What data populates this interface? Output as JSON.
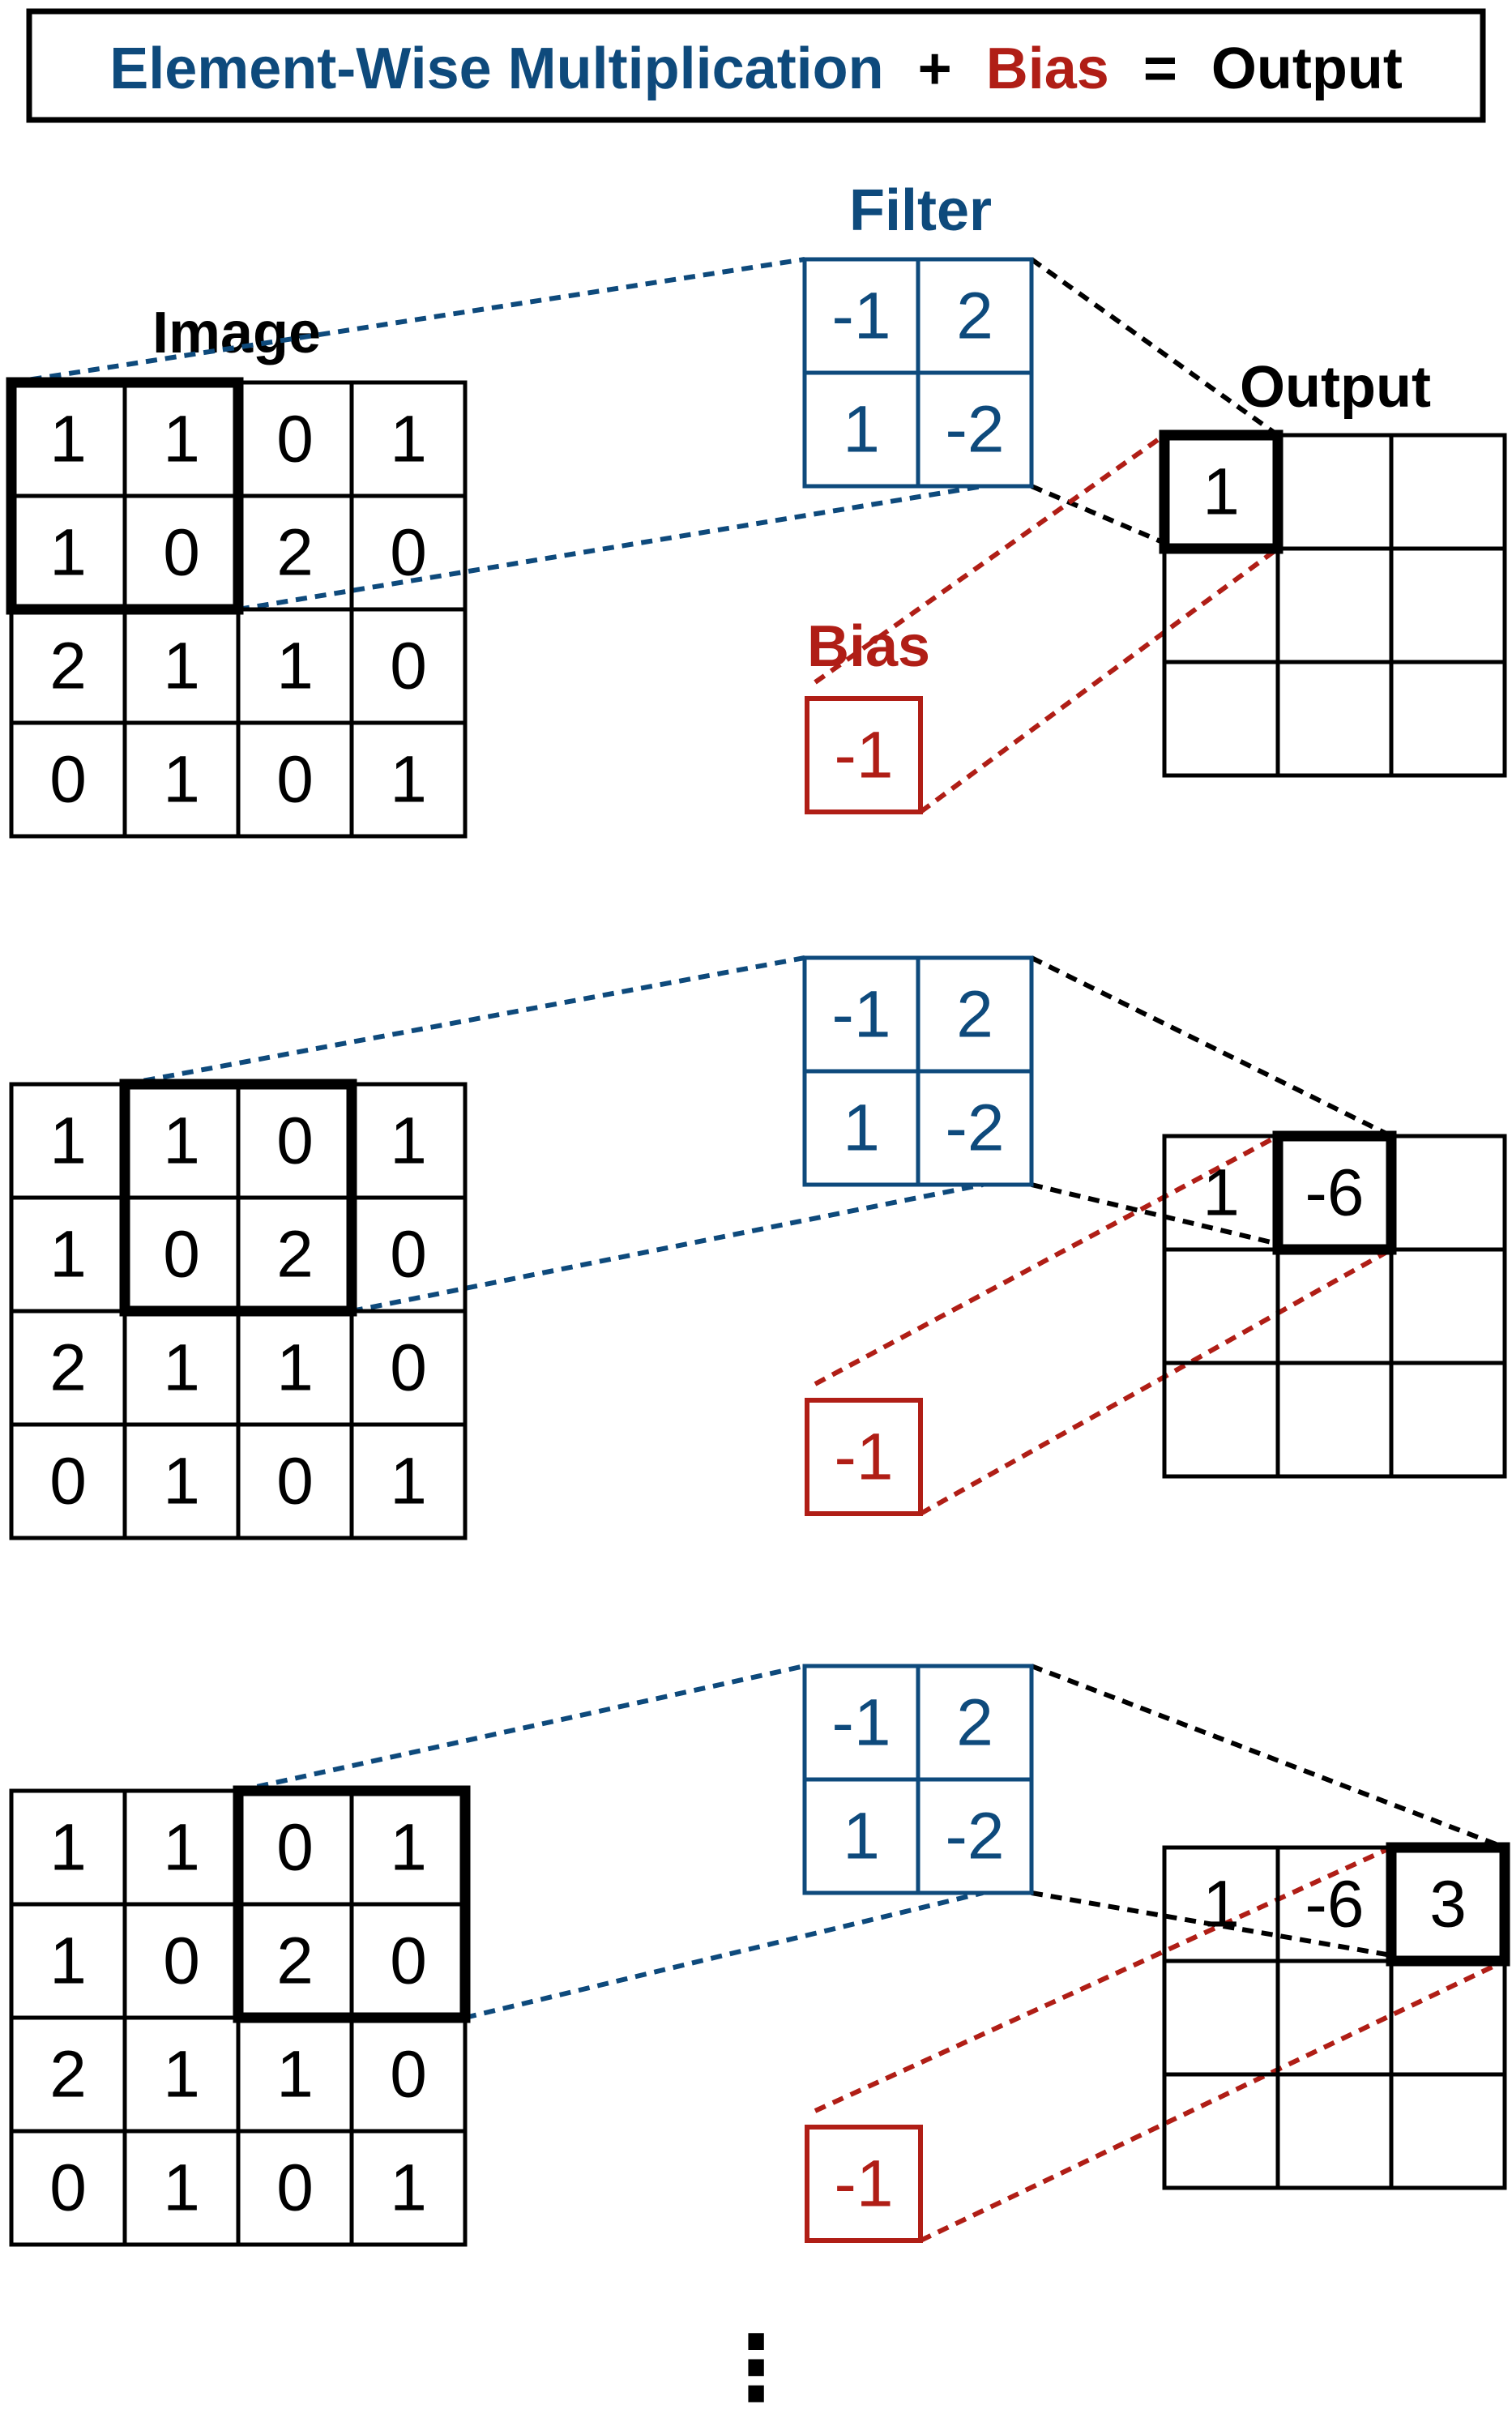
{
  "title": {
    "part1": "Element-Wise Multiplication",
    "plus": "+",
    "part2": "Bias",
    "equals": "=",
    "part3": "Output"
  },
  "colors": {
    "blue": "#0e4a7c",
    "red": "#b01e16",
    "black": "#000000"
  },
  "labels": {
    "image": "Image",
    "filter": "Filter",
    "bias": "Bias",
    "output": "Output"
  },
  "image_matrix": [
    [
      "1",
      "1",
      "0",
      "1"
    ],
    [
      "1",
      "0",
      "2",
      "0"
    ],
    [
      "2",
      "1",
      "1",
      "0"
    ],
    [
      "0",
      "1",
      "0",
      "1"
    ]
  ],
  "filter_matrix": [
    [
      "-1",
      "2"
    ],
    [
      "1",
      "-2"
    ]
  ],
  "bias_value": "-1",
  "steps": [
    {
      "window_col": 0,
      "output_values": [
        "1",
        "",
        "",
        "",
        "",
        "",
        "",
        "",
        ""
      ]
    },
    {
      "window_col": 1,
      "output_values": [
        "1",
        "-6",
        "",
        "",
        "",
        "",
        "",
        "",
        ""
      ]
    },
    {
      "window_col": 2,
      "output_values": [
        "1",
        "-6",
        "3",
        "",
        "",
        "",
        "",
        "",
        ""
      ]
    }
  ],
  "continuation": "⋮"
}
